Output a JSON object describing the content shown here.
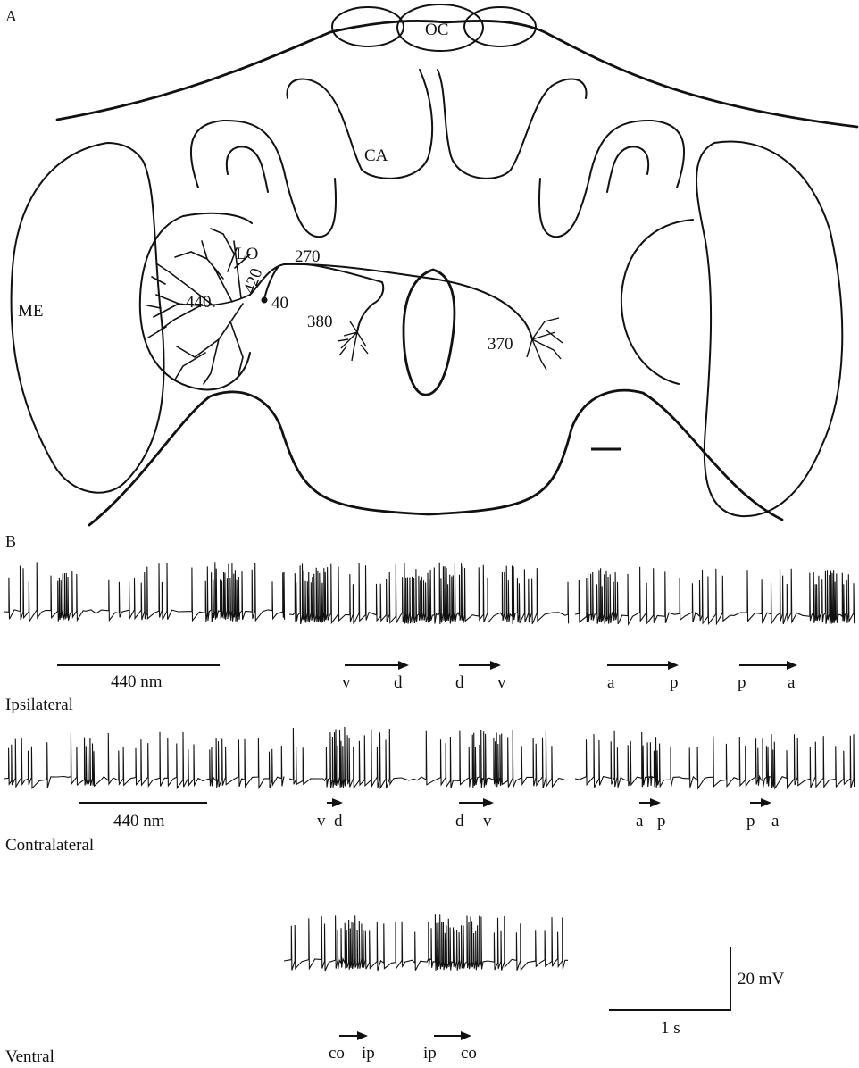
{
  "panel_a": {
    "panel_label": "A",
    "regions": {
      "ocelli": "OC",
      "calyx": "CA",
      "lobula": "LO",
      "medulla": "ME"
    },
    "depth_labels": {
      "d270": "270",
      "d420": "420",
      "d440": "440",
      "d40": "40",
      "d380": "380",
      "d370": "370"
    }
  },
  "panel_b": {
    "panel_label": "B",
    "rows": [
      {
        "name": "Ipsilateral",
        "stimulus_label": "440 nm",
        "segments": [
          {
            "from": "v",
            "to": "d"
          },
          {
            "from": "d",
            "to": "v"
          },
          {
            "from": "a",
            "to": "p"
          },
          {
            "from": "p",
            "to": "a"
          }
        ]
      },
      {
        "name": "Contralateral",
        "stimulus_label": "440 nm",
        "segments": [
          {
            "from": "v",
            "to": "d"
          },
          {
            "from": "d",
            "to": "v"
          },
          {
            "from": "a",
            "to": "p"
          },
          {
            "from": "p",
            "to": "a"
          }
        ]
      },
      {
        "name": "Ventral",
        "segments": [
          {
            "from": "co",
            "to": "ip"
          },
          {
            "from": "ip",
            "to": "co"
          }
        ]
      }
    ],
    "scale_bar": {
      "voltage": "20 mV",
      "time": "1 s"
    }
  }
}
